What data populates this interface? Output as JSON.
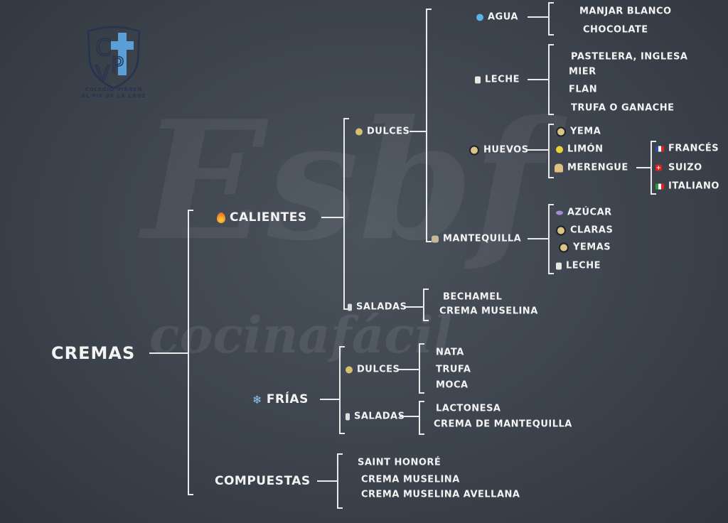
{
  "logo": {
    "initials": "CVP",
    "line1": "COLEGIO VIRGEN",
    "line2": "AL PIE DE LA CRUZ"
  },
  "watermark": {
    "text": "cocinafácil",
    "script": "Esbf"
  },
  "root": "CREMAS",
  "calientes": {
    "label": "CALIENTES",
    "icon": "fire-icon",
    "dulces": {
      "label": "DULCES",
      "agua": {
        "label": "AGUA",
        "items": [
          "MANJAR BLANCO",
          "CHOCOLATE"
        ]
      },
      "leche": {
        "label": "LECHE",
        "items": [
          "PASTELERA, INGLESA",
          "MIER",
          "FLAN",
          "TRUFA O GANACHE"
        ]
      },
      "huevos": {
        "label": "HUEVOS",
        "items": [
          "YEMA",
          "LIMÓN",
          "MERENGUE"
        ],
        "merengue": [
          "FRANCÉS",
          "SUIZO",
          "ITALIANO"
        ]
      },
      "mantequilla": {
        "label": "MANTEQUILLA",
        "items": [
          "AZÚCAR",
          "CLARAS",
          "YEMAS",
          "LECHE"
        ]
      }
    },
    "saladas": {
      "label": "SALADAS",
      "items": [
        "BECHAMEL",
        "CREMA MUSELINA"
      ]
    }
  },
  "frias": {
    "label": "FRÍAS",
    "icon": "snowflake-icon",
    "dulces": {
      "label": "DULCES",
      "items": [
        "NATA",
        "TRUFA",
        "MOCA"
      ]
    },
    "saladas": {
      "label": "SALADAS",
      "items": [
        "LACTONESA",
        "CREMA DE MANTEQUILLA"
      ]
    }
  },
  "compuestas": {
    "label": "COMPUESTAS",
    "items": [
      "SAINT HONORÉ",
      "CREMA MUSELINA",
      "CREMA MUSELINA AVELLANA"
    ]
  }
}
